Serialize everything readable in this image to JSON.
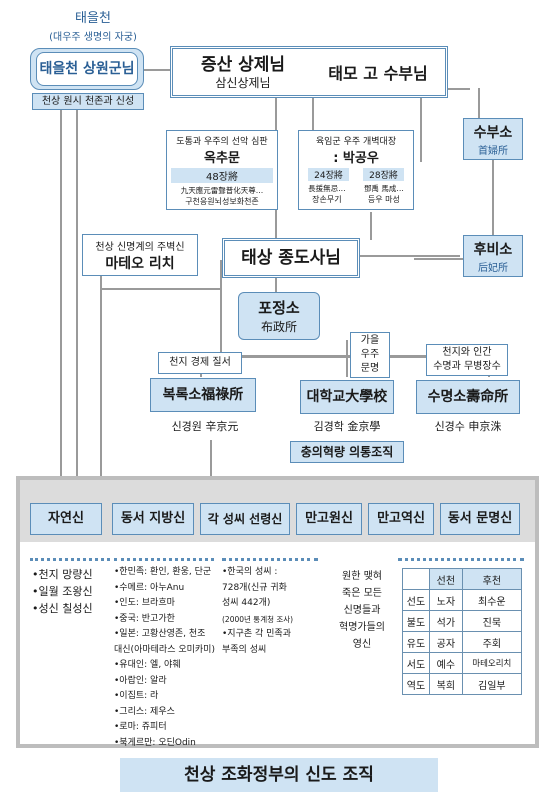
{
  "top": {
    "taeulcheon": {
      "title": "태을천",
      "subtitle": "(대우주 생명의 자궁)",
      "name": "태을천 상원군님",
      "caption": "천상 원시 천존과 신성"
    },
    "jeungsan": {
      "title": "증산 상제님",
      "subtitle": "삼신상제님"
    },
    "taemo": {
      "title": "태모 고 수부님"
    }
  },
  "left_box": {
    "heading": "도통과 우주의 선악 심판",
    "name": "옥추문",
    "count": "48장將",
    "line1": "九天應元雷聲普化天尊…",
    "line2": "구천응원뇌성보화천존"
  },
  "right_box": {
    "heading": "육임군 우주 개벽대장",
    "name": ": 박공우",
    "count1": "24장將",
    "count2": "28장將",
    "line1a": "長援無忌…",
    "line1b": "鄧禹 馬成…",
    "line2a": "장손무기",
    "line2b": "등우 마성"
  },
  "mateo": {
    "line1": "천상 신명계의 주벽신",
    "line2": "마테오 리치"
  },
  "taesang": {
    "label": "태상 종도사님"
  },
  "subuso": {
    "label": "수부소",
    "hanja": "首婦所"
  },
  "hubiso": {
    "label": "후비소",
    "hanja": "后妃所"
  },
  "pojeongso": {
    "label": "포정소",
    "hanja": "布政所"
  },
  "bokrok": {
    "top": "천지 경제 질서",
    "label": "복록소福祿所",
    "person": "신경원 辛京元"
  },
  "daehak": {
    "top1": "가을",
    "top2": "우주",
    "top3": "문명",
    "label": "대학교大學校",
    "person": "김경학 金京學"
  },
  "suming": {
    "top1": "천지와 인간",
    "top2": "수명과 무병장수",
    "label": "수명소壽命所",
    "person": "신경수 申京洙"
  },
  "chungui": {
    "label": "충의혁량 의통조직"
  },
  "columns": [
    "자연신",
    "동서 지방신",
    "각 성씨 선령신",
    "만고원신",
    "만고역신",
    "동서 문명신"
  ],
  "col1": [
    "•천지 망량신",
    "•일월 조왕신",
    "•성신 칠성신"
  ],
  "col2": [
    "•한민족: 환인, 환웅, 단군",
    "•수메르: 아누Anu",
    "•인도: 브라흐마",
    "•중국: 반고가한",
    "•일본: 고황산영존, 천조",
    "  대신(아마테라스 오미카미)",
    "•유대인: 엘, 야훼",
    "•아랍인: 알라",
    "•이집트: 라",
    "•그리스: 제우스",
    "•로마: 쥬피터",
    "•북게르만: 오딘Odin"
  ],
  "col3": [
    "•한국의 성씨 :",
    "  728개(신규 귀화",
    "  성씨 442개)",
    "  (2000년 통계청 조사)",
    "•지구촌 각 민족과",
    "  부족의 성씨"
  ],
  "col4": [
    "원한 맺혀",
    "죽은 모든",
    "신명들과",
    "혁명가들의",
    "영신"
  ],
  "table": {
    "header": [
      "",
      "선천",
      "후천"
    ],
    "rows": [
      [
        "선도",
        "노자",
        "최수운"
      ],
      [
        "불도",
        "석가",
        "진묵"
      ],
      [
        "유도",
        "공자",
        "주회"
      ],
      [
        "서도",
        "예수",
        "마테오리치"
      ],
      [
        "역도",
        "복희",
        "김일부"
      ]
    ]
  },
  "footer": {
    "title": "천상 조화정부의 신도 조직"
  }
}
